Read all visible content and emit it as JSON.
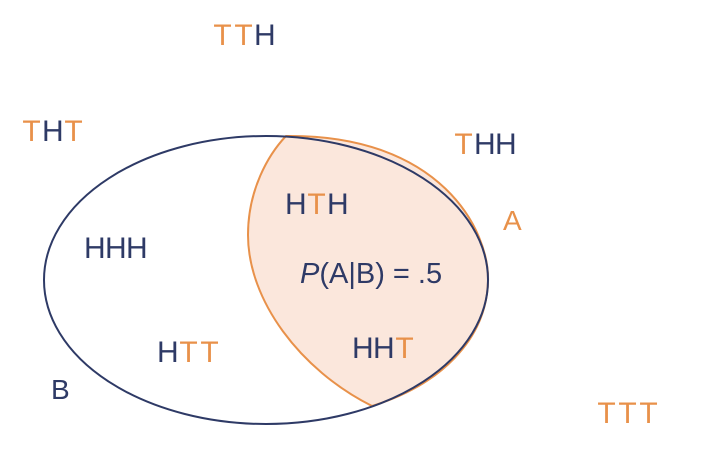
{
  "colors": {
    "heads": "#2e3a66",
    "tails": "#e8914a",
    "region_fill": "#fbe7dc",
    "set_b_outline": "#2e3a66",
    "set_a_outline": "#e8914a",
    "label_a": "#e8914a",
    "label_b": "#2e3a66"
  },
  "outcomes": [
    {
      "id": "TTH",
      "letters": [
        "T",
        "T",
        "H"
      ]
    },
    {
      "id": "THT",
      "letters": [
        "T",
        "H",
        "T"
      ]
    },
    {
      "id": "THH",
      "letters": [
        "T",
        "H",
        "H"
      ]
    },
    {
      "id": "HTH",
      "letters": [
        "H",
        "T",
        "H"
      ]
    },
    {
      "id": "HHH",
      "letters": [
        "H",
        "H",
        "H"
      ]
    },
    {
      "id": "HTT",
      "letters": [
        "H",
        "T",
        "T"
      ]
    },
    {
      "id": "HHT",
      "letters": [
        "H",
        "H",
        "T"
      ]
    },
    {
      "id": "TTT",
      "letters": [
        "T",
        "T",
        "T"
      ]
    }
  ],
  "sets": {
    "a_label": "A",
    "b_label": "B"
  },
  "formula": {
    "p": "P",
    "rest": "(A|B) = .5"
  }
}
